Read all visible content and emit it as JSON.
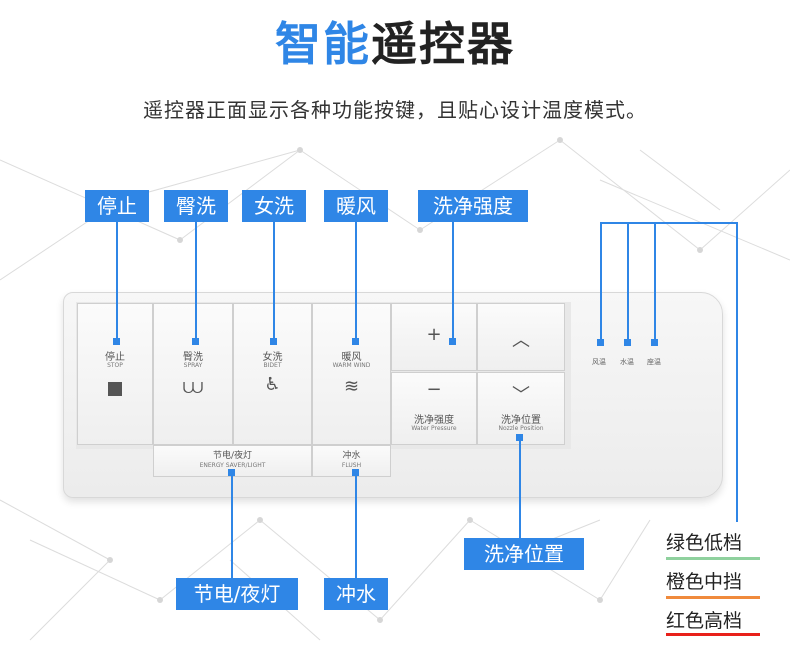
{
  "title": {
    "part1": "智能",
    "part2": "遥控器"
  },
  "subtitle": "遥控器正面显示各种功能按键，且贴心设计温度模式。",
  "callouts": {
    "stop": "停止",
    "spray": "臀洗",
    "bidet": "女洗",
    "warm_wind": "暖风",
    "water_pressure": "洗净强度",
    "nozzle_position": "洗净位置",
    "energy_saver": "节电/夜灯",
    "flush": "冲水"
  },
  "keys": {
    "stop": {
      "zh": "停止",
      "en": "STOP"
    },
    "spray": {
      "zh": "臀洗",
      "en": "SPRAY"
    },
    "bidet": {
      "zh": "女洗",
      "en": "BIDET"
    },
    "warm_wind": {
      "zh": "暖风",
      "en": "WARM WIND"
    },
    "plus": "+",
    "minus": "−",
    "up": "︿",
    "down": "﹀",
    "water_pressure": {
      "zh": "洗净强度",
      "en": "Water Pressure"
    },
    "nozzle_position": {
      "zh": "洗净位置",
      "en": "Nozzle Position"
    },
    "energy_saver": {
      "zh": "节电/夜灯",
      "en": "ENERGY SAVER/LIGHT"
    },
    "flush": {
      "zh": "冲水",
      "en": "FLUSH"
    }
  },
  "temp_labels": {
    "wind": "风温",
    "water": "水温",
    "seat": "座温"
  },
  "legend": [
    {
      "label": "绿色低档",
      "color": "#8fd19e"
    },
    {
      "label": "橙色中挡",
      "color": "#f08a3c"
    },
    {
      "label": "红色高档",
      "color": "#e8201a"
    }
  ],
  "accent_color": "#2f86e6"
}
